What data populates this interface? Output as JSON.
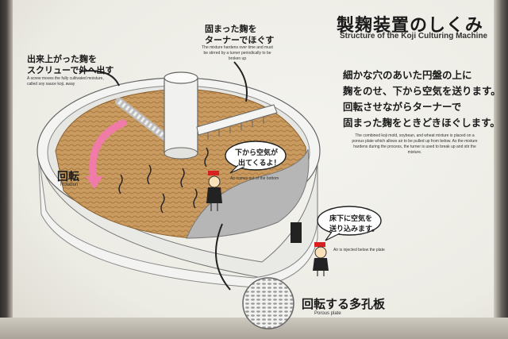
{
  "title": {
    "japanese": "製麹装置のしくみ",
    "english": "Structure of the Koji Culturing Machine"
  },
  "callouts": {
    "screw": {
      "japanese_line1": "出来上がった麹を",
      "japanese_line2": "スクリューで外へ出す",
      "english": "A screw moves the fully cultivated moisture, called soy sauce koji, away"
    },
    "turner": {
      "japanese_line1": "固まった麹を",
      "japanese_line2": "ターナーでほぐす",
      "english": "The mixture hardens over time and must be stirred by a turner periodically to be broken up"
    },
    "rotation": {
      "japanese": "回転",
      "english": "Rotation"
    },
    "air_up": {
      "japanese_line1": "下から空気が",
      "japanese_line2": "出てくるよ！",
      "english": "Air comes out of the bottom"
    },
    "air_below": {
      "japanese_line1": "床下に空気を",
      "japanese_line2": "送り込みます。",
      "english": "Air is injected below the plate"
    },
    "plate": {
      "japanese": "回転する多孔板",
      "english": "Porous plate"
    }
  },
  "description": {
    "japanese_lines": [
      "細かな穴のあいた円盤の上に",
      "麹をのせ、下から空気を送ります。",
      "回転させながらターナーで",
      "固まった麹をときどきほぐします。"
    ],
    "english": "The combined koji mold, soybean, and wheat mixture is placed on a porous plate which allows air to be pulled up from below. As the mixture hardens during the process, the turner is used to break up and stir the mixture."
  },
  "colors": {
    "koji": "#c79a5e",
    "koji_dark": "#9c6f3a",
    "rotation_arrow": "#f07aa8",
    "machine": "#f2f2ef",
    "plate": "#b9b9b9"
  }
}
